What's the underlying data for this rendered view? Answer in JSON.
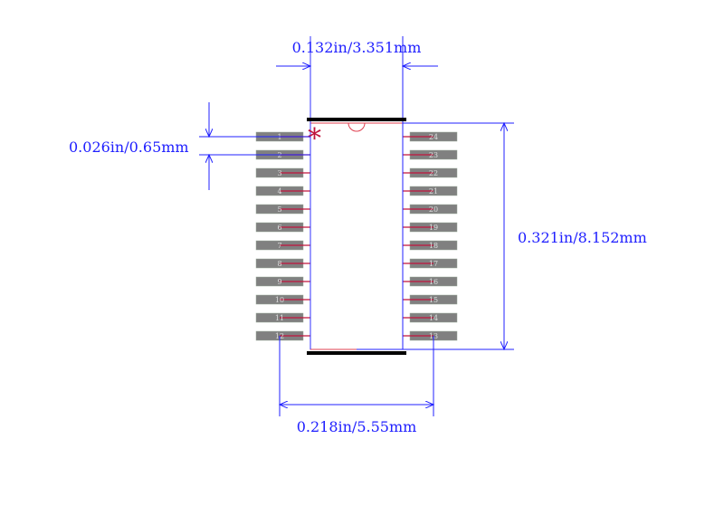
{
  "dimensions": {
    "top": "0.132in/3.351mm",
    "pitch": "0.026in/0.65mm",
    "height": "0.321in/8.152mm",
    "bottom": "0.218in/5.55mm"
  },
  "pin1_marker": "*",
  "left_pins": [
    "1",
    "2",
    "3",
    "4",
    "5",
    "6",
    "7",
    "8",
    "9",
    "10",
    "11",
    "12"
  ],
  "right_pins": [
    "24",
    "23",
    "22",
    "21",
    "20",
    "19",
    "18",
    "17",
    "16",
    "15",
    "14",
    "13"
  ],
  "colors": {
    "dimension": "#2020ff",
    "pad": "#808080",
    "pin_line": "#c0143c",
    "body": "#3030ff",
    "silk": "#000000"
  }
}
